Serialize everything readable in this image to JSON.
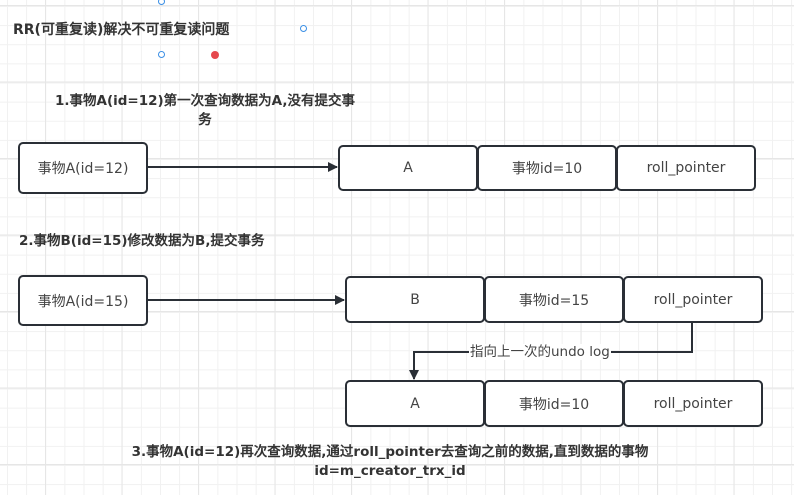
{
  "diagram": {
    "title": "RR(可重复读)解决不可重复读问题",
    "steps": {
      "step1": "1.事物A(id=12)第一次查询数据为A,没有提交事务",
      "step1_line1": "1.事物A(id=12)第一次查询数据为A,没有提交事",
      "step1_line2": "务",
      "step2": "2.事物B(id=15)修改数据为B,提交事务",
      "step3_line1": "3.事物A(id=12)再次查询数据,通过roll_pointer去查询之前的数据,直到数据的事物",
      "step3_line2": "id=m_creator_trx_id"
    },
    "row1": {
      "transaction": "事物A(id=12)",
      "record": [
        "A",
        "事物id=10",
        "roll_pointer"
      ]
    },
    "row2": {
      "transaction": "事物A(id=15)",
      "record": [
        "B",
        "事物id=15",
        "roll_pointer"
      ]
    },
    "row3": {
      "record": [
        "A",
        "事物id=10",
        "roll_pointer"
      ]
    },
    "edges": {
      "undo_label": "指向上一次的undo log"
    },
    "colors": {
      "stroke": "#2a2f36",
      "selection_handle": "#3b8fe5",
      "rotation_handle": "#e5484d"
    }
  }
}
